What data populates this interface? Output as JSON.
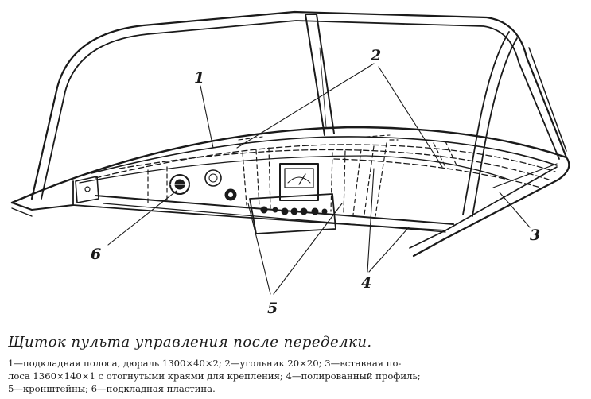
{
  "figure": {
    "callouts": [
      "1",
      "2",
      "3",
      "4",
      "5",
      "6"
    ]
  },
  "caption": {
    "title": "Щиток пульта управления после переделки.",
    "lines": [
      "1—подкладная полоса, дюраль 1300×40×2; 2—угольник 20×20; 3—вставная по-",
      "лоса 1360×140×1 с отогнутыми краями для крепления; 4—полированный профиль;",
      "5—кронштейны; 6—подкладная пластина."
    ]
  },
  "colors": {
    "ink": "#1a1a1a",
    "paper": "#ffffff"
  }
}
